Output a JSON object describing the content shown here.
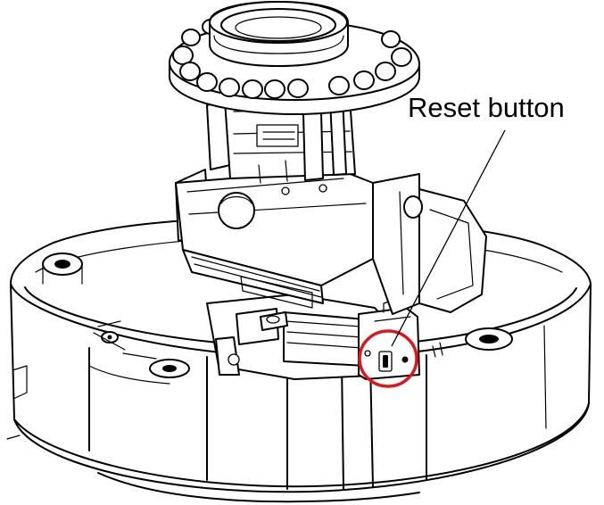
{
  "annotation": {
    "label": "Reset button",
    "highlight_color": "#e0141b",
    "line_color": "#000000"
  },
  "illustration": {
    "subject": "dome-camera-internal-assembly",
    "parts": [
      "ir-led-ring",
      "lens",
      "pan-tilt-bracket",
      "mounting-base",
      "reset-button"
    ]
  }
}
